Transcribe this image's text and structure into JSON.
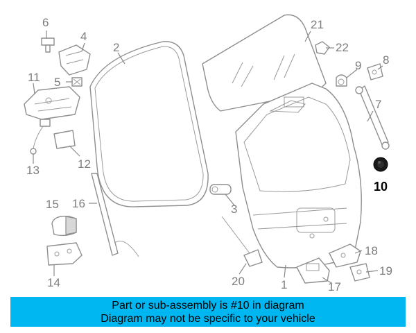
{
  "colors": {
    "banner_bg": "#00b7f1",
    "label_gray": "#7d7d7d",
    "line_gray": "#8a8a8a",
    "highlight_fill": "#1a1a1a"
  },
  "diagram": {
    "highlighted_part": "10",
    "callouts": [
      "1",
      "2",
      "3",
      "4",
      "5",
      "6",
      "7",
      "8",
      "9",
      "10",
      "11",
      "12",
      "13",
      "14",
      "15",
      "16",
      "17",
      "18",
      "19",
      "20",
      "21",
      "22"
    ]
  },
  "banner": {
    "line1": "Part or sub-assembly is #10 in diagram",
    "line2": "Diagram may not be specific to your vehicle"
  }
}
